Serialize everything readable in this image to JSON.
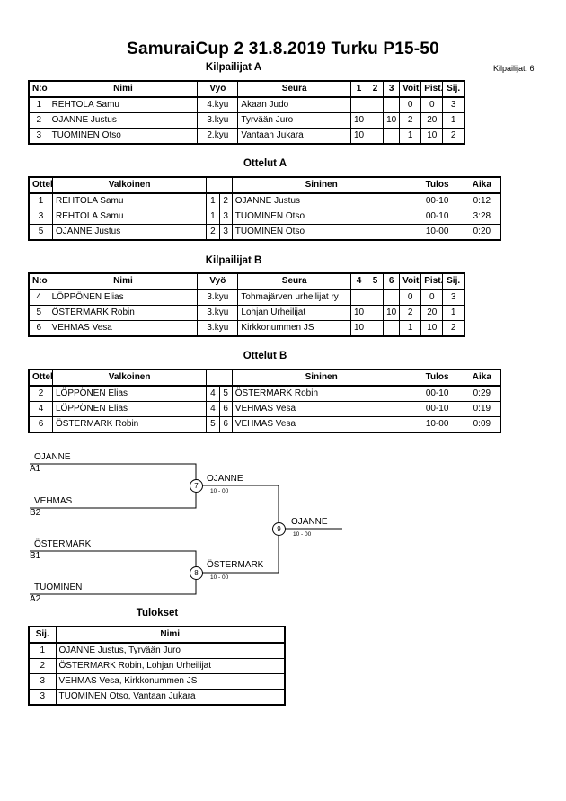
{
  "title": "SamuraiCup 2  31.8.2019  Turku   P15-50",
  "competitor_count": "Kilpailijat: 6",
  "pool_a": {
    "title": "Kilpailijat A",
    "headers": [
      "N:o",
      "Nimi",
      "Vyö",
      "Seura",
      "1",
      "2",
      "3",
      "Voit.",
      "Pist.",
      "Sij."
    ],
    "rows": [
      [
        "1",
        "REHTOLA Samu",
        "4.kyu",
        "Akaan Judo",
        "",
        "",
        "",
        "0",
        "0",
        "3"
      ],
      [
        "2",
        "OJANNE Justus",
        "3.kyu",
        "Tyrvään Juro",
        "10",
        "",
        "10",
        "2",
        "20",
        "1"
      ],
      [
        "3",
        "TUOMINEN Otso",
        "2.kyu",
        "Vantaan Jukara",
        "10",
        "",
        "",
        "1",
        "10",
        "2"
      ]
    ]
  },
  "matches_a": {
    "title": "Ottelut A",
    "headers": [
      "Ottelu",
      "Valkoinen",
      "",
      "",
      "Sininen",
      "Tulos",
      "Aika"
    ],
    "rows": [
      [
        "1",
        "REHTOLA Samu",
        "1",
        "2",
        "OJANNE Justus",
        "00-10",
        "0:12"
      ],
      [
        "3",
        "REHTOLA Samu",
        "1",
        "3",
        "TUOMINEN Otso",
        "00-10",
        "3:28"
      ],
      [
        "5",
        "OJANNE Justus",
        "2",
        "3",
        "TUOMINEN Otso",
        "10-00",
        "0:20"
      ]
    ]
  },
  "pool_b": {
    "title": "Kilpailijat B",
    "headers": [
      "N:o",
      "Nimi",
      "Vyö",
      "Seura",
      "4",
      "5",
      "6",
      "Voit.",
      "Pist.",
      "Sij."
    ],
    "rows": [
      [
        "4",
        "LÖPPÖNEN Elias",
        "3.kyu",
        "Tohmajärven urheilijat ry",
        "",
        "",
        "",
        "0",
        "0",
        "3"
      ],
      [
        "5",
        "ÖSTERMARK Robin",
        "3.kyu",
        "Lohjan Urheilijat",
        "10",
        "",
        "10",
        "2",
        "20",
        "1"
      ],
      [
        "6",
        "VEHMAS Vesa",
        "3.kyu",
        "Kirkkonummen JS",
        "10",
        "",
        "",
        "1",
        "10",
        "2"
      ]
    ]
  },
  "matches_b": {
    "title": "Ottelut B",
    "headers": [
      "Ottelu",
      "Valkoinen",
      "",
      "",
      "Sininen",
      "Tulos",
      "Aika"
    ],
    "rows": [
      [
        "2",
        "LÖPPÖNEN Elias",
        "4",
        "5",
        "ÖSTERMARK Robin",
        "00-10",
        "0:29"
      ],
      [
        "4",
        "LÖPPÖNEN Elias",
        "4",
        "6",
        "VEHMAS Vesa",
        "00-10",
        "0:19"
      ],
      [
        "6",
        "ÖSTERMARK Robin",
        "5",
        "6",
        "VEHMAS Vesa",
        "10-00",
        "0:09"
      ]
    ]
  },
  "bracket": {
    "slot1": {
      "name": "OJANNE",
      "label": "A1"
    },
    "slot2": {
      "name": "VEHMAS",
      "label": "B2"
    },
    "slot3": {
      "name": "ÖSTERMARK",
      "label": "B1"
    },
    "slot4": {
      "name": "TUOMINEN",
      "label": "A2"
    },
    "semi1": {
      "num": "7",
      "winner": "OJANNE",
      "score": "10 - 00"
    },
    "semi2": {
      "num": "8",
      "winner": "ÖSTERMARK",
      "score": "10 - 00"
    },
    "final": {
      "num": "9",
      "winner": "OJANNE",
      "score": "10 - 00"
    }
  },
  "results": {
    "title": "Tulokset",
    "headers": [
      "Sij.",
      "Nimi"
    ],
    "rows": [
      [
        "1",
        "OJANNE Justus, Tyrvään Juro"
      ],
      [
        "2",
        "ÖSTERMARK Robin, Lohjan Urheilijat"
      ],
      [
        "3",
        "VEHMAS Vesa, Kirkkonummen JS"
      ],
      [
        "3",
        "TUOMINEN Otso, Vantaan Jukara"
      ]
    ]
  }
}
